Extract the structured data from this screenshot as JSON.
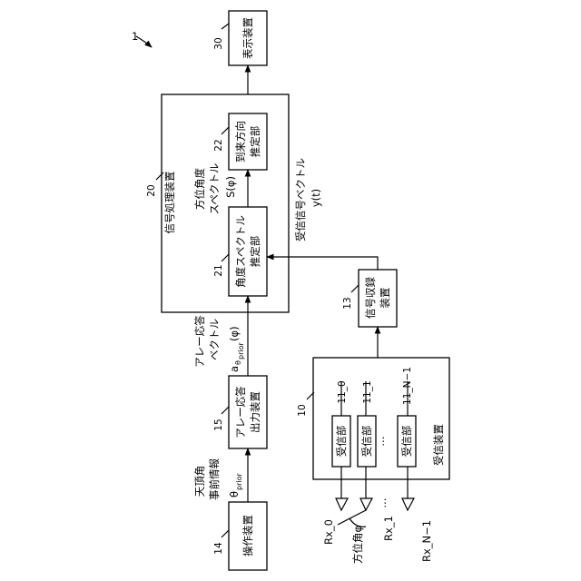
{
  "figure_ref": "1",
  "display": {
    "ref": "30",
    "label": "表示装置"
  },
  "signal_processor": {
    "ref": "20",
    "label": "信号処理装置"
  },
  "arrival_dir": {
    "ref": "22",
    "line1": "到来方向",
    "line2": "推定部"
  },
  "angle_spec": {
    "ref": "21",
    "line1": "角度スペクトル",
    "line2": "推定部"
  },
  "azimuth_spectrum": {
    "line1": "方位角度",
    "line2": "スペクトル",
    "symbol": "S(φ)"
  },
  "rx_vector": {
    "line1": "受信信号ベクトル",
    "symbol": "y(t)"
  },
  "recorder": {
    "ref": "13",
    "line1": "信号収録",
    "line2": "装置"
  },
  "array_response": {
    "line1": "アレー応答",
    "line2": "ベクトル",
    "a": "a",
    "theta": "θ",
    "sub": "prior",
    "phi": "(φ)"
  },
  "array_out": {
    "ref": "15",
    "line1": "アレー応答",
    "line2": "出力装置"
  },
  "zenith": {
    "line1": "天頂角",
    "line2": "事前情報",
    "theta": "θ",
    "sub": "prior"
  },
  "operation": {
    "ref": "14",
    "label": "操作装置"
  },
  "receiver": {
    "ref": "10",
    "title": "受信装置",
    "units": [
      {
        "label": "受信部",
        "ref": "11_0"
      },
      {
        "label": "受信部",
        "ref": "11_1"
      },
      {
        "label": "受信部",
        "ref": "11_N−1"
      }
    ],
    "dots": "⋯"
  },
  "antennas": [
    {
      "label": "Rx_0"
    },
    {
      "label": "Rx_1"
    },
    {
      "label": "Rx_N−1"
    }
  ],
  "antenna_dots": "⋯",
  "azimuth_angle": "方位角φ"
}
